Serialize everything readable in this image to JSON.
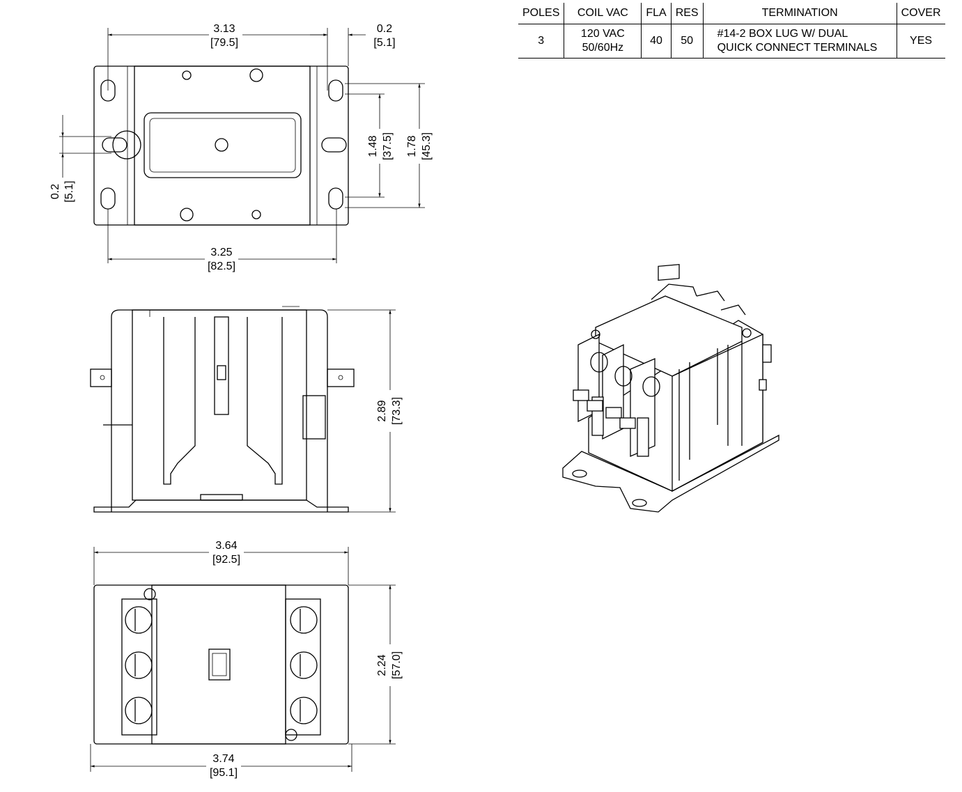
{
  "spec_table": {
    "headers": [
      "POLES",
      "COIL VAC",
      "FLA",
      "RES",
      "TERMINATION",
      "COVER"
    ],
    "row": {
      "poles": "3",
      "coil_line1": "120 VAC",
      "coil_line2": "50/60Hz",
      "fla": "40",
      "res": "50",
      "term_line1": "#14-2 BOX LUG W/ DUAL",
      "term_line2": "QUICK CONNECT TERMINALS",
      "cover": "YES"
    }
  },
  "dimensions": {
    "top_width_in": "3.13",
    "top_width_mm": "[79.5]",
    "top_offset_in": "0.2",
    "top_offset_mm": "[5.1]",
    "hole_span_in": "3.25",
    "hole_span_mm": "[82.5]",
    "slot_inner_in": "1.48",
    "slot_inner_mm": "[37.5]",
    "slot_outer_in": "1.78",
    "slot_outer_mm": "[45.3]",
    "left_offset_in": "0.2",
    "left_offset_mm": "[5.1]",
    "height_in": "2.89",
    "height_mm": "[73.3]",
    "bottom_width_in": "3.64",
    "bottom_width_mm": "[92.5]",
    "base_width_in": "3.74",
    "base_width_mm": "[95.1]",
    "bottom_depth_in": "2.24",
    "bottom_depth_mm": "[57.0]"
  }
}
